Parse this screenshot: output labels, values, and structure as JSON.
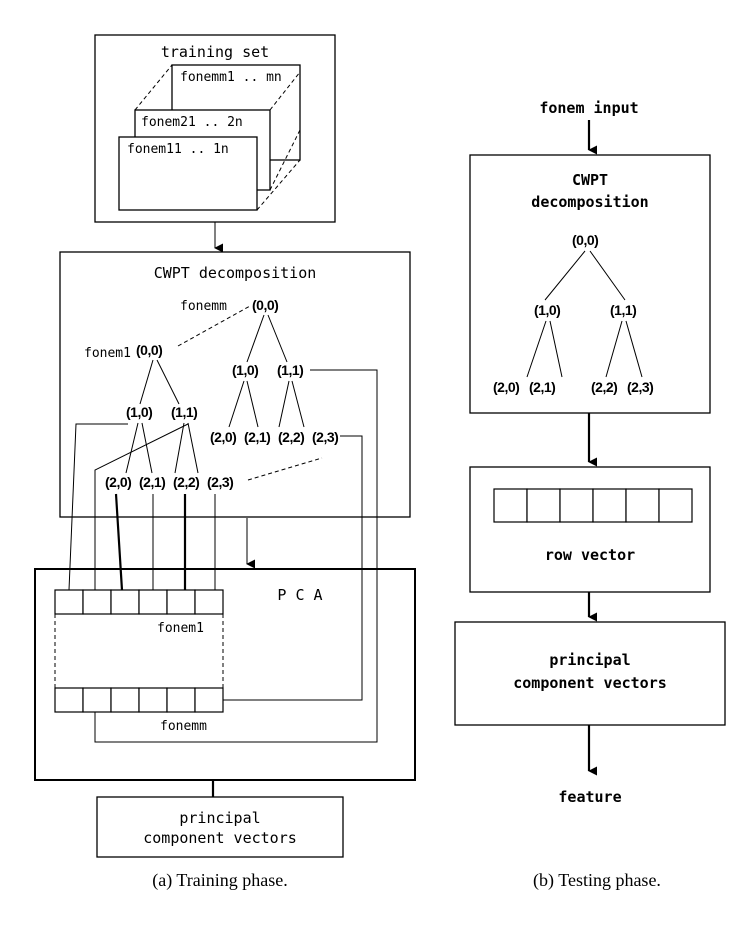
{
  "training": {
    "training_set_title": "training set",
    "card_back": "fonemm1 .. mn",
    "card_mid": "fonem21 .. 2n",
    "card_front": "fonem11 .. 1n",
    "cwpt_title": "CWPT decomposition",
    "tree_back_root_prefix": "fonemm",
    "tree_front_root_prefix": "fonem1",
    "pca_title": "P C A",
    "vector_top_label": "fonem1",
    "vector_bottom_label": "fonemm",
    "output_line1": "principal",
    "output_line2": "component vectors",
    "caption": "(a) Training phase."
  },
  "testing": {
    "input_label": "fonem input",
    "cwpt_line1": "CWPT",
    "cwpt_line2": "decomposition",
    "row_vector_label": "row vector",
    "output_line1": "principal",
    "output_line2": "component vectors",
    "feature_label": "feature",
    "caption": "(b) Testing phase."
  },
  "tree_nodes": {
    "root": "(0,0)",
    "l1_left": "(1,0)",
    "l1_right": "(1,1)",
    "l2": [
      "(2,0)",
      "(2,1)",
      "(2,2)",
      "(2,3)"
    ]
  }
}
